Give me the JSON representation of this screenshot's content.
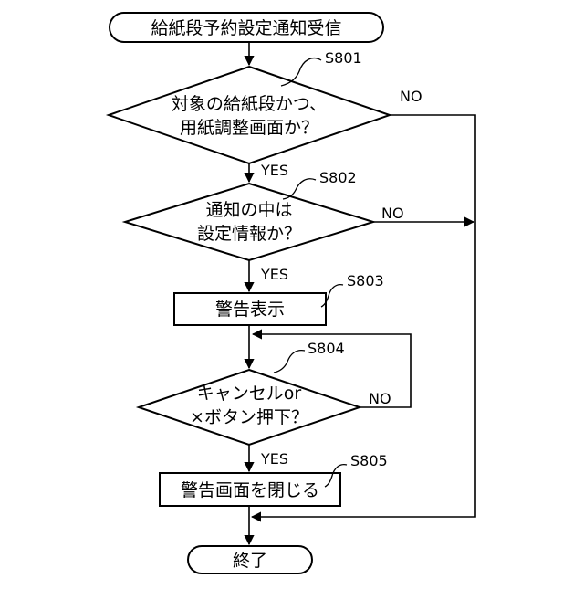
{
  "start": {
    "label": "給紙段予約設定通知受信"
  },
  "end": {
    "label": "終了"
  },
  "decisions": [
    {
      "step": "S801",
      "line1": "対象の給紙段かつ、",
      "line2": "用紙調整画面か？",
      "yes": "YES",
      "no": "NO"
    },
    {
      "step": "S802",
      "line1": "通知の中は",
      "line2": "設定情報か？",
      "yes": "YES",
      "no": "NO"
    },
    {
      "step": "S804",
      "line1": "キャンセルor",
      "line2": "×ボタン押下？",
      "yes": "YES",
      "no": "NO"
    }
  ],
  "processes": [
    {
      "step": "S803",
      "label": "警告表示"
    },
    {
      "step": "S805",
      "label": "警告画面を閉じる"
    }
  ]
}
